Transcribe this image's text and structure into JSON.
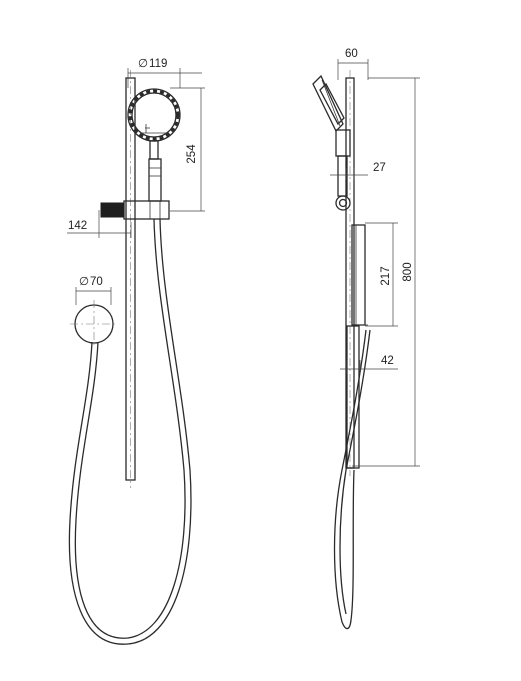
{
  "dimensions": {
    "head_diameter": "119",
    "head_height": "254",
    "bracket_offset": "142",
    "wall_flange_diameter": "70",
    "side_top_width": "60",
    "side_arm_offset": "27",
    "side_bracket_height": "217",
    "total_height": "800",
    "side_bottom_offset": "42"
  },
  "diameter_symbol": "∅",
  "colors": {
    "line": "#2b2b2b",
    "background": "#ffffff"
  }
}
